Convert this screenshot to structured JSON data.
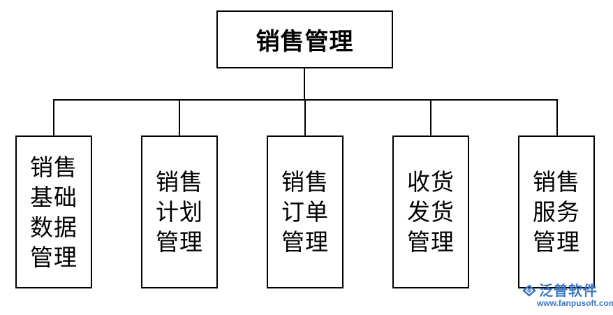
{
  "root": {
    "label": "销售管理"
  },
  "children": [
    {
      "lines": [
        "销售",
        "基础",
        "数据",
        "管理"
      ]
    },
    {
      "lines": [
        "销售",
        "计划",
        "管理"
      ]
    },
    {
      "lines": [
        "销售",
        "订单",
        "管理"
      ]
    },
    {
      "lines": [
        "收货",
        "发货",
        "管理"
      ]
    },
    {
      "lines": [
        "销售",
        "服务",
        "管理"
      ]
    }
  ],
  "watermark": {
    "name": "泛普软件",
    "url": "www.fanpusoft.com",
    "color": "#3a78c3"
  }
}
